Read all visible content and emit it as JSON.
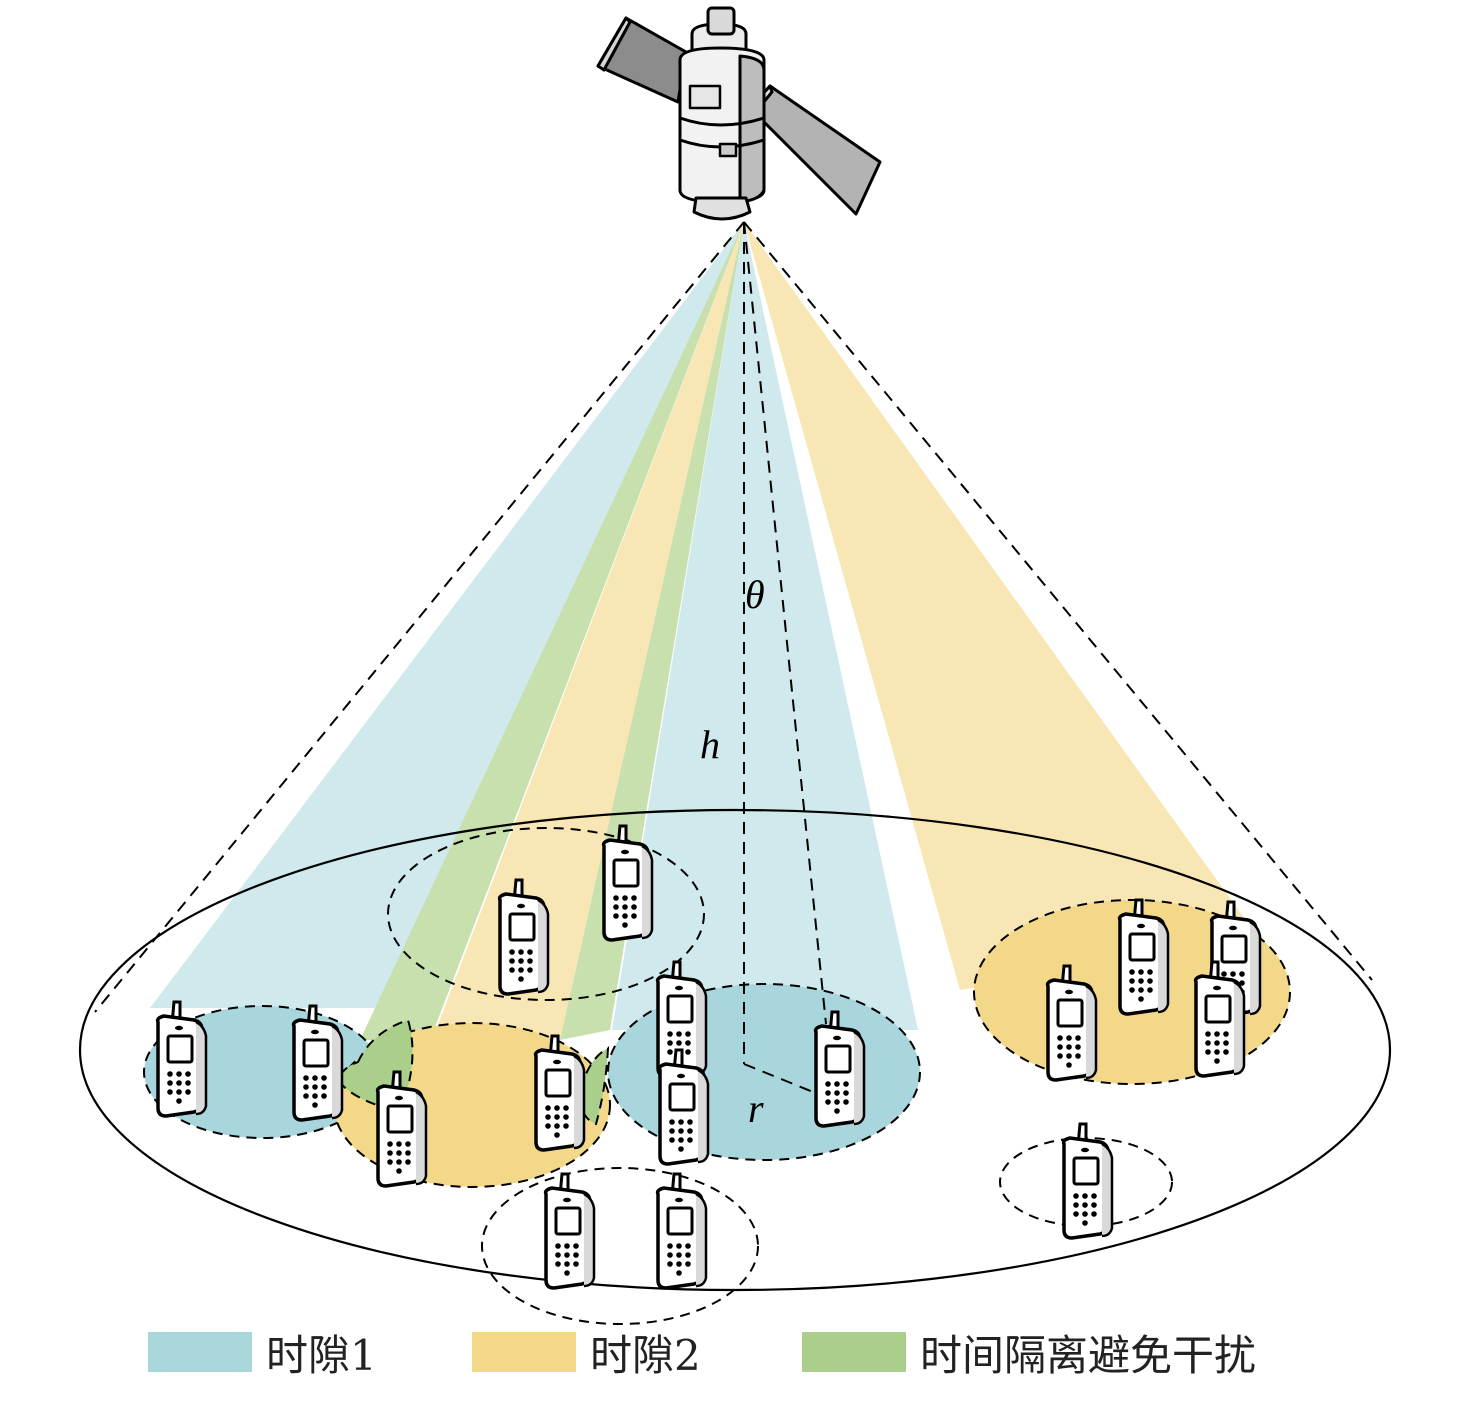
{
  "labels": {
    "theta": "θ",
    "h": "h",
    "r": "r"
  },
  "legend": [
    {
      "label": "时隙1",
      "color": "#a8d8dc"
    },
    {
      "label": "时隙2",
      "color": "#f4d98a"
    },
    {
      "label": "时间隔离避免干扰",
      "color": "#a9cf8a"
    }
  ],
  "colors": {
    "slot1_beam": "#cfe9ec",
    "slot1_cell": "#a8d6dc",
    "slot2_beam": "#f8e6b4",
    "slot2_cell": "#f3d88a",
    "isolation_beam": "#c7e0ae",
    "isolation_cell": "#a9cf8a",
    "outline": "#000000"
  },
  "icons": {
    "satellite": "satellite-icon",
    "terminal": "mobile-phone-icon"
  }
}
